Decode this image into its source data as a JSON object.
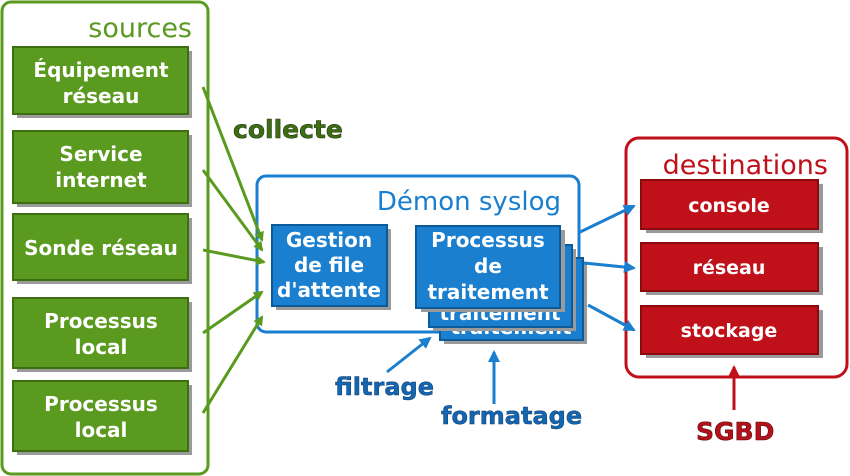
{
  "colors": {
    "green": "#5a9a1f",
    "green_dark": "#3d6e12",
    "blue": "#1a7fcf",
    "blue_dark": "#0d5a99",
    "red": "#c0101a",
    "red_dark": "#8a0a10",
    "shadow": "#9a9a9a",
    "label_green": "#3f6d16",
    "label_blue": "#1566b0",
    "label_red": "#b3121a"
  },
  "sources": {
    "title": "sources",
    "items": [
      {
        "line1": "Équipement",
        "line2": "réseau"
      },
      {
        "line1": "Service",
        "line2": "internet"
      },
      {
        "line1": "Sonde réseau",
        "line2": ""
      },
      {
        "line1": "Processus",
        "line2": "local"
      },
      {
        "line1": "Processus",
        "line2": "local"
      }
    ]
  },
  "daemon": {
    "title": "Démon syslog",
    "queue": {
      "line1": "Gestion",
      "line2": "de file",
      "line3": "d'attente"
    },
    "processing": {
      "line1": "Processus",
      "line2": "de",
      "line3": "traitement"
    },
    "processing_behind_text": "traitement"
  },
  "destinations": {
    "title": "destinations",
    "items": [
      "console",
      "réseau",
      "stockage"
    ]
  },
  "labels": {
    "collecte": "collecte",
    "filtrage": "filtrage",
    "formatage": "formatage",
    "sgbd": "SGBD"
  }
}
